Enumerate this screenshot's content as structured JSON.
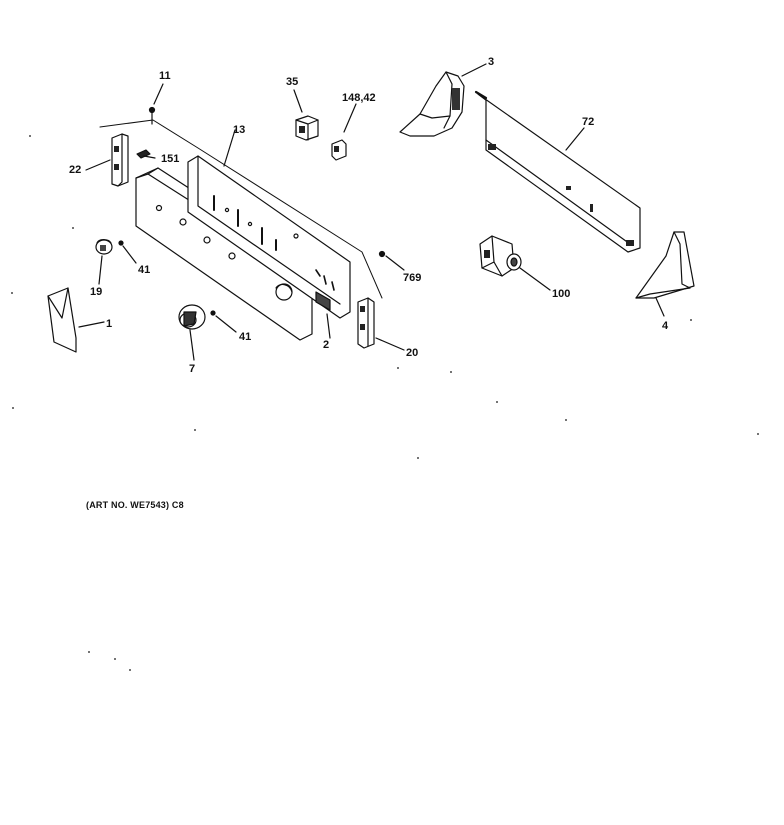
{
  "caption": "(ART NO. WE7543) C8",
  "labels": {
    "p1": "1",
    "p2": "2",
    "p3": "3",
    "p4": "4",
    "p7": "7",
    "p11": "11",
    "p13": "13",
    "p19": "19",
    "p20": "20",
    "p22": "22",
    "p35": "35",
    "p41a": "41",
    "p41b": "41",
    "p72": "72",
    "p100": "100",
    "p148": "148,42",
    "p151": "151",
    "p769": "769"
  }
}
